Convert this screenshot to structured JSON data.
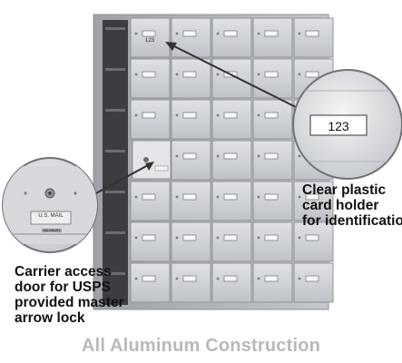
{
  "product": {
    "door_number_label": "123",
    "carrier_plate_text": "U.S. MAIL",
    "carrier_plate_brand": "SALSBURY"
  },
  "callouts": {
    "card_holder_number": "123",
    "card_holder_lines": [
      "Clear plastic",
      "card holder",
      "for identification"
    ],
    "carrier_lines": [
      "Carrier access",
      "door for USPS",
      "provided master",
      "arrow lock"
    ]
  },
  "caption": "All Aluminum Construction",
  "colors": {
    "aluminum": "#c9ccd0",
    "frame": "#a9adb2",
    "caption": "#b9b9b9"
  }
}
